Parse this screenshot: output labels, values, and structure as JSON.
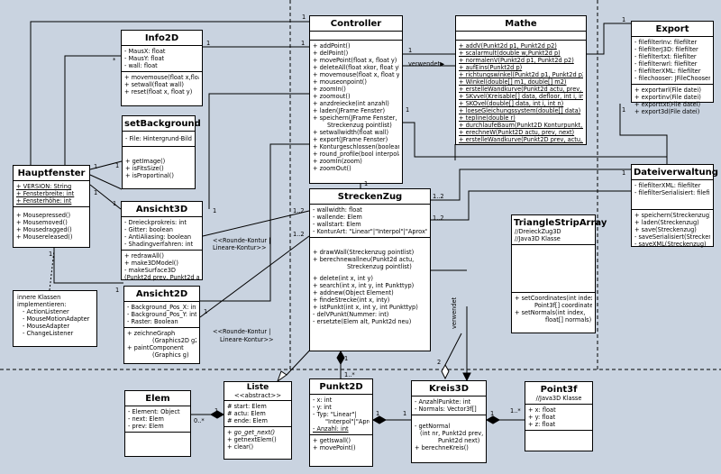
{
  "classes": {
    "controller": {
      "title": "Controller",
      "methods": [
        "+ addPoint()",
        "+ delPoint()",
        "+ movePoint(float x, float y)",
        "+ deleteAll(float xkor, float ykor)",
        "+ movemouse(float x, float y)",
        "+ mouseonpoint()",
        "+ zoomIn()",
        "+ zoomout()",
        "+ anzdreiecke(int anzahl)",
        "+ laden(JFrame Fenster)",
        "+ speichern(JFrame Fenster,",
        "Streckenzug pointlist)",
        "+ setwallwidth(float wall)",
        "+ export(JFrame Fenster)",
        "+ Konturgeschlossen(boolean)",
        "+ round_profile(bool interpolate",
        "+ zoomIn(zoom)",
        "+ zoomOut()"
      ]
    },
    "mathe": {
      "title": "Mathe",
      "methods": [
        "+ addV(Punkt2d p1, Punkt2d p2)",
        "+ scalarmult(double w,Punkt2d p)",
        "+ normalenV(Punkt2d p1, Punkt2d p2)",
        "+ aufEins(Punkt2d p)",
        "+ richtungswinkel(Punkt2d p1, Punkt2d p2)",
        "+ Winkel(double[] m1, double[] m2)",
        "+ erstelleWandkurve(Punkt2d actu, prev, next)",
        "+ SKvvel(Kreisable[] data, defloor, int i, int n)",
        "+ SKOvel(double[] data, int i, int n)",
        "+ loeseGleichungssystem(double[] data)",
        "+ tepline(double r)",
        "+ durchlaufeBaum(Punkt2D Konturpunkt, v1,v2)",
        "+ erechneW(Punkt2D actu, prev, next)",
        "+ erstelleWandkurve(Punkt2D prev, actu, next)"
      ]
    },
    "export": {
      "title": "Export",
      "attrs": [
        "- filefilterInv: filefilter",
        "- filefilterJ3D: filefilter",
        "- filefiltertxt: filefilter",
        "- filefilterwrl: filefilter",
        "- filefilterXML: filefilter",
        "- filechooser: JFileChooser"
      ],
      "methods": [
        "+ exportwrl(File datei)",
        "+ exportinv(File datei)",
        "+ exporttxt(File datei)",
        "+ export3d(File datei)"
      ]
    },
    "info2d": {
      "title": "Info2D",
      "attrs": [
        "- MausX: float",
        "- MausY: float",
        "- wall: float"
      ],
      "methods": [
        "+ movemouse(float x,float y)",
        "+ setwall(float wall)",
        "+ reset(float x, float y)"
      ]
    },
    "setbackground": {
      "title": "setBackground",
      "attrs": [
        "- File: Hintergrund-Bild"
      ],
      "methods": [
        "+ getImage()",
        "+ isFitsSize()",
        "+ isProportinal()"
      ]
    },
    "hauptfenster": {
      "title": "Hauptfenster",
      "attrs": [
        "+ VERSION: String",
        "+ Fensterbreite: int",
        "+ Fensterhöhe: int"
      ],
      "methods": [
        "+ Mousepressed()",
        "+ Mousemoved()",
        "+ Mousedragged()",
        "+ Mousereleased()"
      ]
    },
    "ansicht3d": {
      "title": "Ansicht3D",
      "attrs": [
        "- Dreieckprokreis: int",
        "- Gitter: boolean",
        "- AntiAliasing: boolean",
        "- Shadingverfahren: int"
      ],
      "methods": [
        "+ redrawAll()",
        "+ make3DModel()",
        "- makeSurface3D",
        "(Punkt2d prev, Punkt2d actu"
      ]
    },
    "ansicht2d": {
      "title": "Ansicht2D",
      "attrs": [
        "- Background_Pos_X: int",
        "- Background_Pos_Y: int",
        "- Raster: Boolean"
      ],
      "methods": [
        "+ zeichneGraph",
        "(Graphics2D g2)",
        "+ paintComponent",
        "(Graphics g)"
      ]
    },
    "streckenzug": {
      "title": "StreckenZug",
      "attrs": [
        "- wallwidth: float",
        "- wallende: Elem",
        "- wallstart: Elem",
        "- KonturArt: \"Linear\"|\"Interpol\"|\"Aprox\""
      ],
      "methods": [
        "+ drawWall(Streckenzug pointlist)",
        "+ berechnewallneu(Punkt2d actu,",
        "Streckenzug pointlist)",
        "+ delete(int x, int y)",
        "+ search(int x, int y, int Punkttyp)",
        "+ addnew(Object Element)",
        "+ findeStrecke(int x, inty)",
        "+ istPunkt(int x, int y, int Punkttyp)",
        "- delVPunkt(Nummer: int)",
        "- ersetzte(Elem alt, Punkt2d neu)"
      ]
    },
    "dateiverwaltung": {
      "title": "Dateiverwaltung",
      "attrs": [
        "- filefilterXML: filefilter",
        "- filefilterSerialisiert: filefilter"
      ],
      "methods": [
        "+ speichern(Streckenzug)",
        "+ laden(Streckenzug)",
        "+ save(Streckenzug)",
        "- saveSerialisiert(Streckenzug)",
        "- saveXML(Streckenzug)"
      ]
    },
    "trianglestriparray": {
      "title": "TriangleStripArray",
      "subtitle": [
        "//DreieckZug3D",
        "//Java3D Klasse"
      ],
      "methods": [
        "+ setCoordinates(int index",
        "Point3f[] coordinates",
        "+ setNormals(int index,",
        "float[] normals)"
      ]
    },
    "liste": {
      "title": "Liste",
      "stereotype": "<<abstract>>",
      "attrs": [
        "# start: Elem",
        "# actu: Elem",
        "# ende: Elem"
      ],
      "methods": [
        "+ go_get_next()",
        "+ getnextElem()",
        "+ clear()"
      ]
    },
    "elem": {
      "title": "Elem",
      "attrs": [
        "- Element: Object",
        "- next: Elem",
        "- prev: Elem"
      ],
      "methods": []
    },
    "punkt2d": {
      "title": "Punkt2D",
      "attrs": [
        "- x: int",
        "- y: int",
        "- Typ: \"Linear\"|",
        "\"Interpol\"|\"Aprox\"",
        "- Anzahl: int"
      ],
      "methods": [
        "+ getIswall()",
        "+ movePoint()"
      ]
    },
    "kreis3d": {
      "title": "Kreis3D",
      "attrs": [
        "- AnzahlPunkte: int",
        "- Normals: Vector3f[]"
      ],
      "methods": [
        "- getNormal",
        "(int nr, Punkt2d prev,",
        "Punkt2d next)",
        "+ berechneKreis()"
      ]
    },
    "point3f": {
      "title": "Point3f",
      "subtitle": [
        "//Java3D Klasse"
      ],
      "attrs": [
        "+ x: float",
        "+ y: float",
        "+ z: float"
      ],
      "methods": []
    }
  },
  "note": {
    "lines": [
      "innere Klassen",
      "implementieren:",
      "- ActionListener",
      "- MouseMotionAdapter",
      "- MouseAdapter",
      "- ChangeListener"
    ]
  },
  "labels": {
    "m_ctrl_info": "1",
    "m_info_ctrl": "1",
    "m_ctrl_mathe": "verwendet▶",
    "m_ctrl_export": "1",
    "m_export_ctrl": "1",
    "m_haupt_top": "1",
    "m_haupt_info": "*",
    "m_haupt_bg1": "1",
    "m_haupt_bg2": "1",
    "m_haupt_a3d": "1",
    "m_haupt_a3d2": "1",
    "m_haupt_a2d": "1",
    "m_haupt_a2d2": "1",
    "m_ctrl_side": "1",
    "m_ctrl_stz": "1",
    "m_a3d_stz": "1..2",
    "m_a2d_stz": "1..2",
    "m_stz_datei1": "1..2",
    "m_stz_datei2": "1..2",
    "m_datei": "1",
    "m_a3d": "1",
    "m_ctrl_datei": "1",
    "kontur1": "<<Rounde-Kontur |",
    "kontur1b": "Lineare-Kontur>>",
    "kontur2": "<<Rounde-Kontur |",
    "kontur2b": "Lineare-Kontur>>",
    "verwendet2": "verwendet",
    "m_stz_pk": "1",
    "m_pk_stz": "1..*",
    "m_elem_liste": "0..*",
    "m_liste_elem": "1",
    "m_pk_kreis": "1",
    "m_kreis_pk": "1",
    "m_kreis_p3f": "1",
    "m_p3f_kreis": "1..*",
    "m_tsa_kreis": "2",
    "m_a2d": "1"
  }
}
